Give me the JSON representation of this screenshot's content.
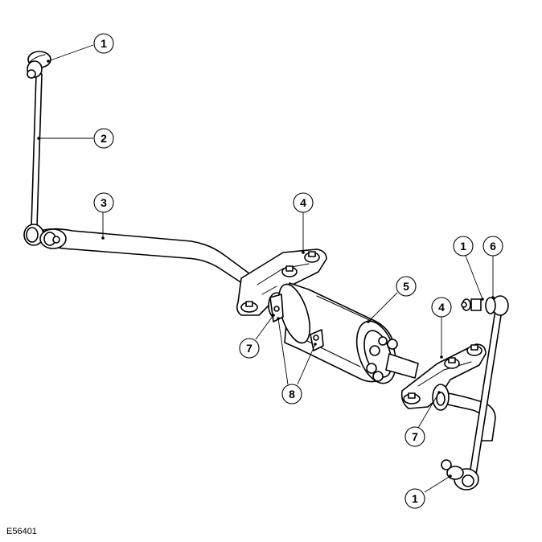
{
  "figure": {
    "id": "E56401",
    "callouts": [
      {
        "id": "c1a",
        "label": "1"
      },
      {
        "id": "c2",
        "label": "2"
      },
      {
        "id": "c3",
        "label": "3"
      },
      {
        "id": "c4a",
        "label": "4"
      },
      {
        "id": "c5",
        "label": "5"
      },
      {
        "id": "c1b",
        "label": "1"
      },
      {
        "id": "c6",
        "label": "6"
      },
      {
        "id": "c4b",
        "label": "4"
      },
      {
        "id": "c7a",
        "label": "7"
      },
      {
        "id": "c8",
        "label": "8"
      },
      {
        "id": "c7b",
        "label": "7"
      },
      {
        "id": "c1c",
        "label": "1"
      }
    ]
  }
}
